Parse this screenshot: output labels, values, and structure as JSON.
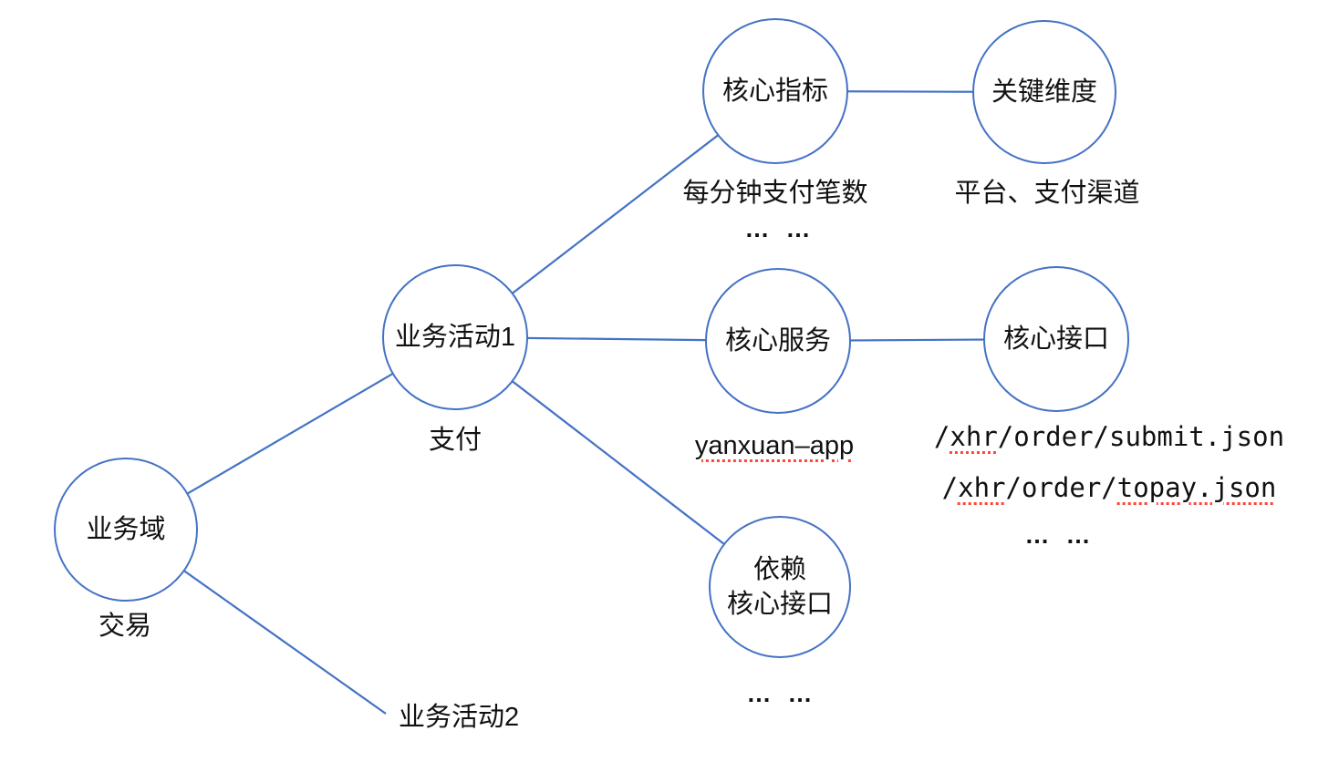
{
  "theme": {
    "background": "#ffffff",
    "node_stroke": "#4472C4",
    "edge_color": "#4472C4",
    "text_color": "#111111",
    "spellcheck_color": "#ff4538"
  },
  "nodes": {
    "business_domain": {
      "label": "业务域",
      "caption": "交易"
    },
    "business_activity1": {
      "label": "业务活动1",
      "caption": "支付"
    },
    "business_activity2": {
      "label": "业务活动2"
    },
    "core_metric": {
      "label": "核心指标",
      "caption": "每分钟支付笔数",
      "ellipsis": "…  …"
    },
    "key_dimension": {
      "label": "关键维度",
      "caption": "平台、支付渠道"
    },
    "core_service": {
      "label": "核心服务",
      "caption": "yanxuan–app"
    },
    "core_interface": {
      "label": "核心接口",
      "api_line1": {
        "pre": "/",
        "mark1": "xhr",
        "rest": "/order/submit.json"
      },
      "api_line2": {
        "pre": "/",
        "mark1": "xhr",
        "mid": "/order/",
        "mark2": "topay.json"
      },
      "ellipsis": "…  …"
    },
    "dependency_interface": {
      "label_line1": "依赖",
      "label_line2": "核心接口",
      "ellipsis": "…  …"
    }
  }
}
